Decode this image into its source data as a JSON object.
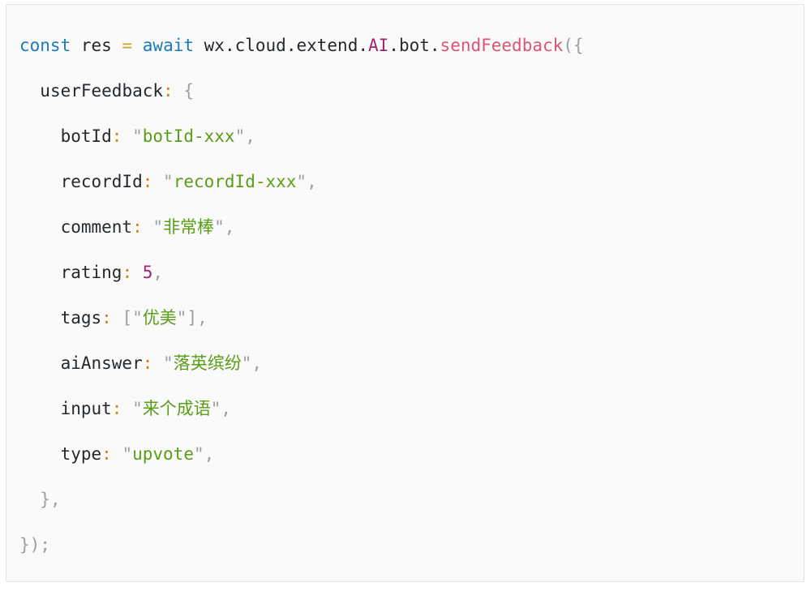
{
  "card": {
    "background": "#fafafa",
    "border_color": "#e3e3e3"
  },
  "theme": {
    "keyword": "#1a7bb9",
    "string": "#5a9e17",
    "number": "#a0246e",
    "class": "#a0246e",
    "function": "#dd5573",
    "operator": "#c9a227",
    "colon": "#d4820a",
    "punctuation": "#9aa0a6",
    "plain": "#24292e"
  },
  "code": {
    "language": "javascript",
    "full_text": "const res = await wx.cloud.extend.AI.bot.sendFeedback({\n  userFeedback: {\n    botId: \"botId-xxx\",\n    recordId: \"recordId-xxx\",\n    comment: \"非常棒\",\n    rating: 5,\n    tags: [\"优美\"],\n    aiAnswer: \"落英缤纷\",\n    input: \"来个成语\",\n    type: \"upvote\",\n  },\n});",
    "lines": [
      {
        "indent": "",
        "tokens": [
          {
            "text": "const",
            "type": "keyword"
          },
          {
            "text": " ",
            "type": "plain"
          },
          {
            "text": "res",
            "type": "variable"
          },
          {
            "text": " ",
            "type": "plain"
          },
          {
            "text": "=",
            "type": "operator"
          },
          {
            "text": " ",
            "type": "plain"
          },
          {
            "text": "await",
            "type": "keyword"
          },
          {
            "text": " ",
            "type": "plain"
          },
          {
            "text": "wx",
            "type": "plain"
          },
          {
            "text": ".",
            "type": "dot"
          },
          {
            "text": "cloud",
            "type": "plain"
          },
          {
            "text": ".",
            "type": "dot"
          },
          {
            "text": "extend",
            "type": "plain"
          },
          {
            "text": ".",
            "type": "dot"
          },
          {
            "text": "AI",
            "type": "class"
          },
          {
            "text": ".",
            "type": "dot"
          },
          {
            "text": "bot",
            "type": "plain"
          },
          {
            "text": ".",
            "type": "dot"
          },
          {
            "text": "sendFeedback",
            "type": "function"
          },
          {
            "text": "({",
            "type": "punctuation"
          }
        ]
      },
      {
        "indent": "  ",
        "tokens": [
          {
            "text": "userFeedback",
            "type": "property"
          },
          {
            "text": ":",
            "type": "colon"
          },
          {
            "text": " ",
            "type": "plain"
          },
          {
            "text": "{",
            "type": "punctuation"
          }
        ]
      },
      {
        "indent": "    ",
        "tokens": [
          {
            "text": "botId",
            "type": "property"
          },
          {
            "text": ":",
            "type": "colon"
          },
          {
            "text": " ",
            "type": "plain"
          },
          {
            "text": "\"",
            "type": "quote"
          },
          {
            "text": "botId-xxx",
            "type": "string"
          },
          {
            "text": "\"",
            "type": "quote"
          },
          {
            "text": ",",
            "type": "punctuation"
          }
        ]
      },
      {
        "indent": "    ",
        "tokens": [
          {
            "text": "recordId",
            "type": "property"
          },
          {
            "text": ":",
            "type": "colon"
          },
          {
            "text": " ",
            "type": "plain"
          },
          {
            "text": "\"",
            "type": "quote"
          },
          {
            "text": "recordId-xxx",
            "type": "string"
          },
          {
            "text": "\"",
            "type": "quote"
          },
          {
            "text": ",",
            "type": "punctuation"
          }
        ]
      },
      {
        "indent": "    ",
        "tokens": [
          {
            "text": "comment",
            "type": "property"
          },
          {
            "text": ":",
            "type": "colon"
          },
          {
            "text": " ",
            "type": "plain"
          },
          {
            "text": "\"",
            "type": "quote"
          },
          {
            "text": "非常棒",
            "type": "string"
          },
          {
            "text": "\"",
            "type": "quote"
          },
          {
            "text": ",",
            "type": "punctuation"
          }
        ]
      },
      {
        "indent": "    ",
        "tokens": [
          {
            "text": "rating",
            "type": "property"
          },
          {
            "text": ":",
            "type": "colon"
          },
          {
            "text": " ",
            "type": "plain"
          },
          {
            "text": "5",
            "type": "number"
          },
          {
            "text": ",",
            "type": "punctuation"
          }
        ]
      },
      {
        "indent": "    ",
        "tokens": [
          {
            "text": "tags",
            "type": "property"
          },
          {
            "text": ":",
            "type": "colon"
          },
          {
            "text": " ",
            "type": "plain"
          },
          {
            "text": "[",
            "type": "punctuation"
          },
          {
            "text": "\"",
            "type": "quote"
          },
          {
            "text": "优美",
            "type": "string"
          },
          {
            "text": "\"",
            "type": "quote"
          },
          {
            "text": "]",
            "type": "punctuation"
          },
          {
            "text": ",",
            "type": "punctuation"
          }
        ]
      },
      {
        "indent": "    ",
        "tokens": [
          {
            "text": "aiAnswer",
            "type": "property"
          },
          {
            "text": ":",
            "type": "colon"
          },
          {
            "text": " ",
            "type": "plain"
          },
          {
            "text": "\"",
            "type": "quote"
          },
          {
            "text": "落英缤纷",
            "type": "string"
          },
          {
            "text": "\"",
            "type": "quote"
          },
          {
            "text": ",",
            "type": "punctuation"
          }
        ]
      },
      {
        "indent": "    ",
        "tokens": [
          {
            "text": "input",
            "type": "property"
          },
          {
            "text": ":",
            "type": "colon"
          },
          {
            "text": " ",
            "type": "plain"
          },
          {
            "text": "\"",
            "type": "quote"
          },
          {
            "text": "来个成语",
            "type": "string"
          },
          {
            "text": "\"",
            "type": "quote"
          },
          {
            "text": ",",
            "type": "punctuation"
          }
        ]
      },
      {
        "indent": "    ",
        "tokens": [
          {
            "text": "type",
            "type": "property"
          },
          {
            "text": ":",
            "type": "colon"
          },
          {
            "text": " ",
            "type": "plain"
          },
          {
            "text": "\"",
            "type": "quote"
          },
          {
            "text": "upvote",
            "type": "string"
          },
          {
            "text": "\"",
            "type": "quote"
          },
          {
            "text": ",",
            "type": "punctuation"
          }
        ]
      },
      {
        "indent": "  ",
        "tokens": [
          {
            "text": "},",
            "type": "punctuation"
          }
        ]
      },
      {
        "indent": "",
        "tokens": [
          {
            "text": "});",
            "type": "punctuation"
          }
        ]
      }
    ]
  }
}
